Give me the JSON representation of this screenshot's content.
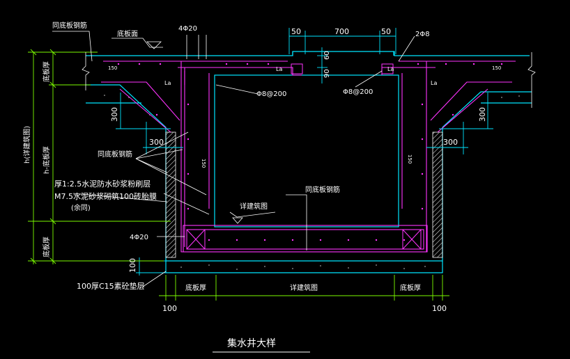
{
  "drawing": {
    "title": "集水井大样",
    "labels": {
      "rebar_same_top_left": "同底板钢筋",
      "slab_top": "底板面",
      "rebar_4phi20_top": "4Φ20",
      "rebar_2phi8": "2Φ8",
      "la_left_small": "La",
      "la_right_small": "La",
      "la_left": "La",
      "la_right": "La",
      "phi8_200_left": "Φ8@200",
      "phi8_200_right": "Φ8@200",
      "cover_150_left": "150",
      "cover_150_right": "150",
      "cover_150_wall_left": "150",
      "cover_150_wall_right": "150",
      "rebar_same_mid": "同底板钢筋",
      "plaster": "厚1:2.5水泥防水砂浆粉刷层",
      "brick": "M7.5水泥砂浆砌筑100砖胎膜",
      "same_below": "(余同)",
      "see_arch_mid": "详建筑图",
      "rebar_same_right": "同底板钢筋",
      "rebar_4phi20_bottom": "4Φ20",
      "c15": "100厚C15素砼垫层"
    },
    "dimensions": {
      "top_50_left": "50",
      "top_700": "700",
      "top_50_right": "50",
      "v_60": "60",
      "v_90": "90",
      "v_300_left": "300",
      "h_300_left": "300",
      "v_300_right": "300",
      "h_300_right": "300",
      "v_100": "100",
      "left_slab_thick": "底板厚",
      "left_h_total": "h(详建筑图)",
      "left_h_minus": "h-底板厚",
      "left_slab_thick2": "底板厚",
      "bot_slab_left": "底板厚",
      "bot_see_arch": "详建筑图",
      "bot_slab_right": "底板厚",
      "bot_100_left": "100",
      "bot_100_right": "100"
    },
    "colors": {
      "outline": "#ff00ff",
      "rebar": "#ff00ff",
      "dims": "#00ffff",
      "leader": "#ffffff",
      "hatch": "#ffffff",
      "text_green": "#7CFC00"
    }
  }
}
